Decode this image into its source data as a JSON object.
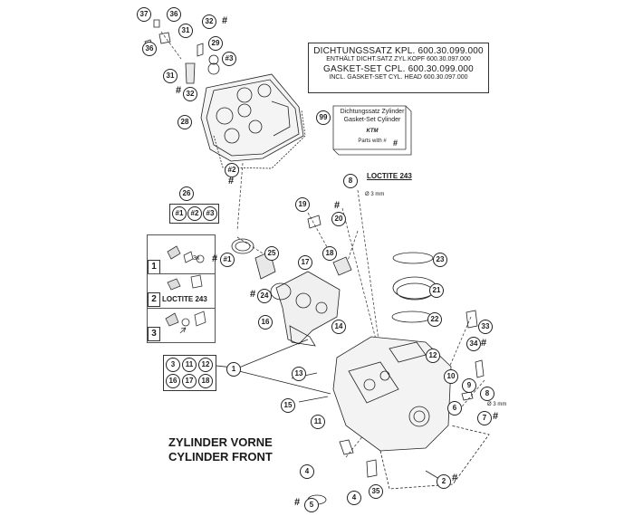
{
  "info_box": {
    "line1": "DICHTUNGSSATZ KPL. 600.30.099.000",
    "line2": "ENTHÄLT DICHT.SATZ ZYL.KOPF 600.30.097.000",
    "line3": "GASKET-SET CPL.       600.30.099.000",
    "line4": "INCL. GASKET-SET CYL. HEAD 600.30.097.000"
  },
  "package": {
    "callout": "99",
    "line1": "Dichtungssatz Zylinder",
    "line2": "Gasket-Set Cylinder",
    "logo": "KTM",
    "parts_with": "Parts with #"
  },
  "title": {
    "line1": "ZYLINDER VORNE",
    "line2": "CYLINDER FRONT"
  },
  "instructions": {
    "step1": "1",
    "step2": "2",
    "step3": "3",
    "loctite": "LOCTITE 243",
    "qty": "3x"
  },
  "top_loctite": "LOCTITE 243",
  "dim_top": "Ø 3 mm",
  "dim_right": "Ø 3 mm",
  "hash_symbol": "#",
  "callouts": {
    "c37": "37",
    "c36a": "36",
    "c36b": "36",
    "c32a": "32",
    "c32b": "32",
    "c31a": "31",
    "c31b": "31",
    "c29": "29",
    "c3top": "#3",
    "c28": "28",
    "c2top": "#2",
    "c26": "26",
    "g1": "#1",
    "g2": "#2",
    "g3": "#3",
    "c8top": "8",
    "c19": "19",
    "c20": "20",
    "c18": "18",
    "c17": "17",
    "c25": "25",
    "c1mid": "#1",
    "c24": "24",
    "c16mid": "16",
    "c14": "14",
    "c23": "23",
    "c21": "21",
    "c22": "22",
    "c33": "33",
    "c34": "34",
    "c12": "12",
    "c13": "13",
    "c15": "15",
    "c10": "10",
    "c9": "9",
    "c8right": "8",
    "c6": "6",
    "c7": "7",
    "c11": "11",
    "c1": "1",
    "c2bot": "2",
    "c4a": "4",
    "c4b": "4",
    "c35": "35",
    "c5": "5",
    "p3": "3",
    "p11": "11",
    "p12": "12",
    "p16": "16",
    "p17": "17",
    "p18": "18"
  }
}
